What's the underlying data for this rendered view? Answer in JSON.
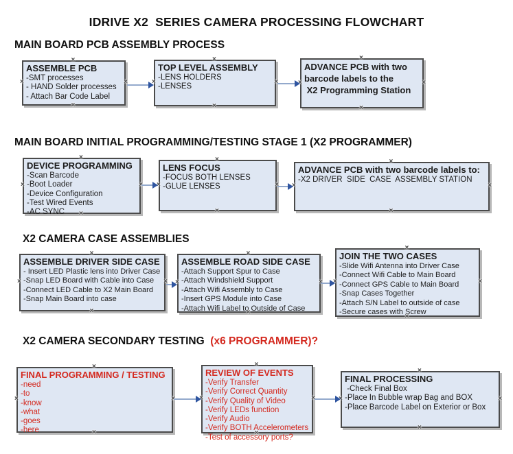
{
  "title": "IDRIVE X2  SERIES CAMERA PROCESSING FLOWCHART",
  "anchor_glyph": "×",
  "colors": {
    "box_fill": "#dfe7f3",
    "box_border": "#4a4a4a",
    "arrow_line": "#93a9cc",
    "arrow_head": "#2f55a0",
    "red_text": "#d42a20"
  },
  "sections": [
    {
      "header": "MAIN BOARD PCB ASSEMBLY PROCESS",
      "boxes": [
        {
          "title": "ASSEMBLE PCB",
          "lines": [
            "-SMT processes",
            "- HAND Solder processes",
            "- Attach Bar Code Label"
          ]
        },
        {
          "title": "TOP LEVEL ASSEMBLY",
          "lines": [
            "-LENS HOLDERS",
            "-LENSES"
          ]
        },
        {
          "title": "ADVANCE PCB with two",
          "lines": [
            "barcode labels to the",
            " X2 Programming Station"
          ]
        }
      ]
    },
    {
      "header": "MAIN BOARD INITIAL PROGRAMMING/TESTING STAGE 1 (X2 PROGRAMMER)",
      "boxes": [
        {
          "title": "DEVICE PROGRAMMING",
          "lines": [
            "-Scan Barcode",
            "-Boot Loader",
            "-Device Configuration",
            "-Test Wired Events",
            "-AC SYNC"
          ]
        },
        {
          "title": "LENS FOCUS",
          "lines": [
            "-FOCUS BOTH LENSES",
            "-GLUE LENSES"
          ]
        },
        {
          "title": "ADVANCE PCB with two barcode labels to:",
          "lines": [
            "-X2 DRIVER  SIDE  CASE  ASSEMBLY STATION"
          ]
        }
      ]
    },
    {
      "header": "X2 CAMERA CASE ASSEMBLIES",
      "boxes": [
        {
          "title": "ASSEMBLE DRIVER SIDE CASE",
          "lines": [
            "- Insert LED Plastic lens into Driver Case",
            "-Snap LED Board with Cable into Case",
            "-Connect LED Cable to X2 Main Board",
            "-Snap Main Board into case"
          ]
        },
        {
          "title": "ASSEMBLE ROAD SIDE CASE",
          "lines": [
            "-Attach Support Spur to Case",
            "-Attach Windshield Support",
            "-Attach Wifi Assembly to Case",
            "-Insert GPS Module into Case",
            "-Attach Wifi Label to Outside of Case"
          ]
        },
        {
          "title": "JOIN THE TWO CASES",
          "lines": [
            "-Slide Wifi Antenna into Driver Case",
            "-Connect Wifi Cable to Main Board",
            "-Connect GPS Cable to Main Board",
            "-Snap Cases Together",
            "-Attach S/N Label to outside of case",
            "-Secure cases with Screw"
          ]
        }
      ]
    },
    {
      "header": "X2 CAMERA SECONDARY TESTING ",
      "header_red": " (x6 PROGRAMMER)?",
      "boxes": [
        {
          "title": "FINAL PROGRAMMING / TESTING",
          "lines": [
            "-need",
            "-to",
            "-know",
            "-what",
            "-goes",
            "-here"
          ]
        },
        {
          "title": "REVIEW OF EVENTS",
          "lines": [
            "-Verify Transfer",
            "-Verify Correct Quantity",
            "-Verify Quality of Video",
            "-Verify LEDs function",
            "-Verify Audio",
            "-Verify BOTH Accelerometers",
            "-Test of accessory ports?"
          ]
        },
        {
          "title": "FINAL PROCESSING",
          "lines": [
            " -Check Final Box",
            "-Place In Bubble wrap Bag and BOX",
            "-Place Barcode Label on Exterior or Box"
          ]
        }
      ]
    }
  ]
}
